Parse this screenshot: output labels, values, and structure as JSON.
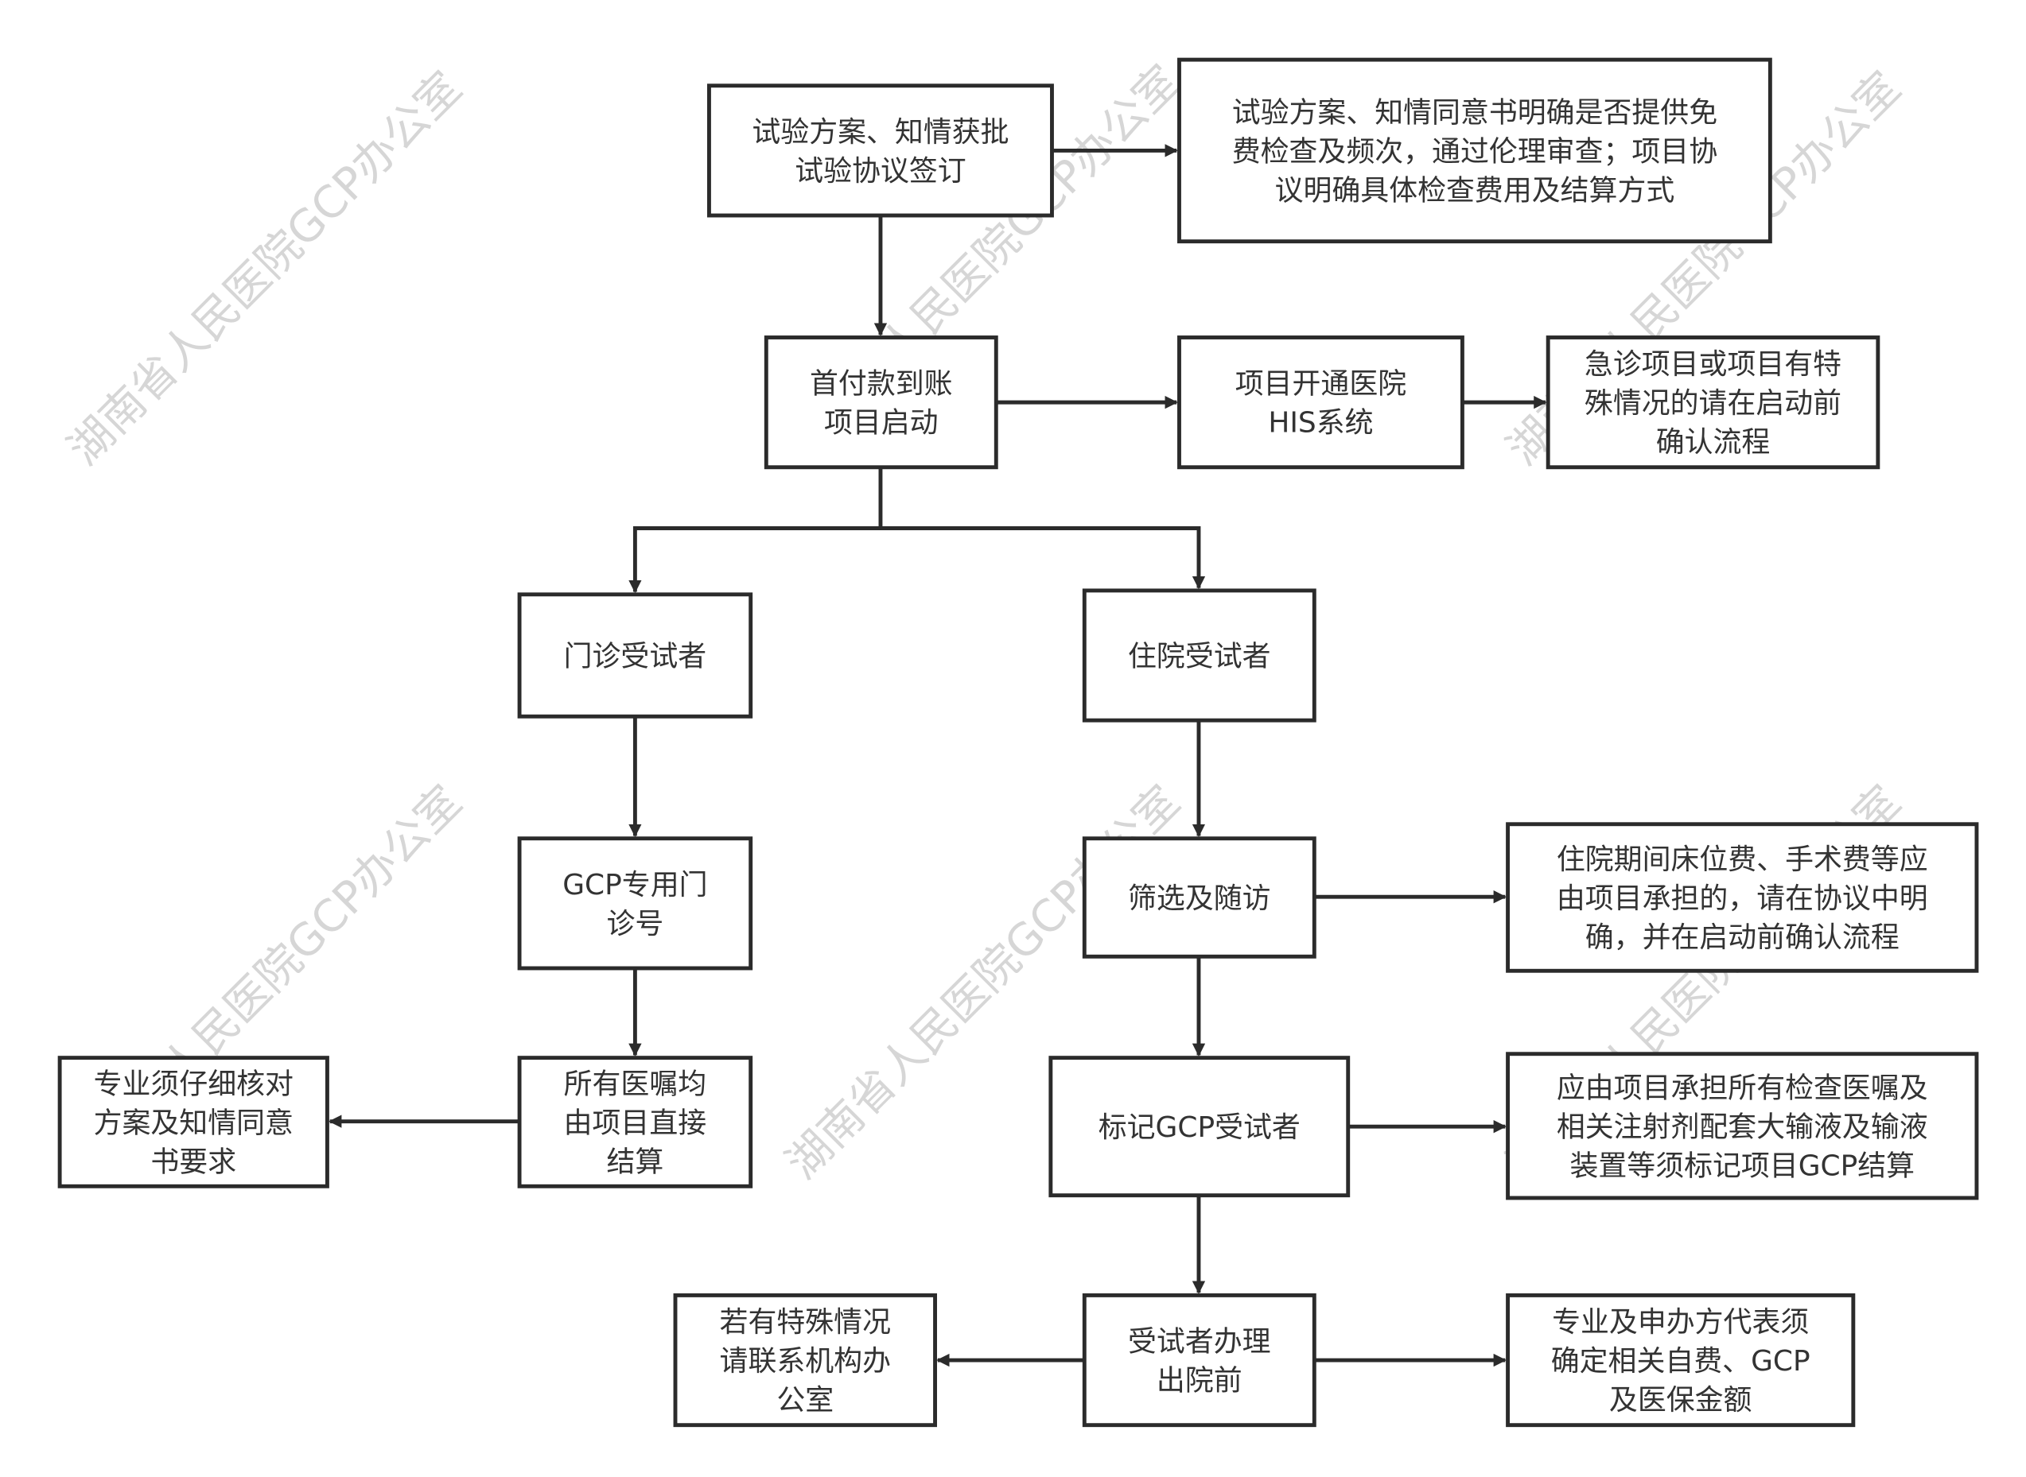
{
  "watermark": "湖南省人民医院GCP办公室",
  "nodes": [
    {
      "id": "protocol",
      "lines": [
        "试验方案、知情获批",
        "试验协议签订"
      ]
    },
    {
      "id": "protocol-note",
      "lines": [
        "试验方案、知情同意书明确是否提供免",
        "费检查及频次，通过伦理审查；项目协",
        "议明确具体检查费用及结算方式"
      ]
    },
    {
      "id": "start",
      "lines": [
        "首付款到账",
        "项目启动"
      ]
    },
    {
      "id": "his",
      "lines": [
        "项目开通医院",
        "HIS系统"
      ]
    },
    {
      "id": "emergency",
      "lines": [
        "急诊项目或项目有特",
        "殊情况的请在启动前",
        "确认流程"
      ]
    },
    {
      "id": "outpatient",
      "lines": [
        "门诊受试者"
      ]
    },
    {
      "id": "inpatient",
      "lines": [
        "住院受试者"
      ]
    },
    {
      "id": "gcp-clinic",
      "lines": [
        "GCP专用门",
        "诊号"
      ]
    },
    {
      "id": "screening",
      "lines": [
        "筛选及随访"
      ]
    },
    {
      "id": "inpatient-note",
      "lines": [
        "住院期间床位费、手术费等应",
        "由项目承担的，请在协议中明",
        "确，并在启动前确认流程"
      ]
    },
    {
      "id": "orders",
      "lines": [
        "所有医嘱均",
        "由项目直接",
        "结算"
      ]
    },
    {
      "id": "verify",
      "lines": [
        "专业须仔细核对",
        "方案及知情同意",
        "书要求"
      ]
    },
    {
      "id": "mark-gcp",
      "lines": [
        "标记GCP受试者"
      ]
    },
    {
      "id": "mark-note",
      "lines": [
        "应由项目承担所有检查医嘱及",
        "相关注射剂配套大输液及输液",
        "装置等须标记项目GCP结算"
      ]
    },
    {
      "id": "discharge",
      "lines": [
        "受试者办理",
        "出院前"
      ]
    },
    {
      "id": "contact",
      "lines": [
        "若有特殊情况",
        "请联系机构办",
        "公室"
      ]
    },
    {
      "id": "confirm-fees",
      "lines": [
        "专业及申办方代表须",
        "确定相关自费、GCP",
        "及医保金额"
      ]
    }
  ]
}
